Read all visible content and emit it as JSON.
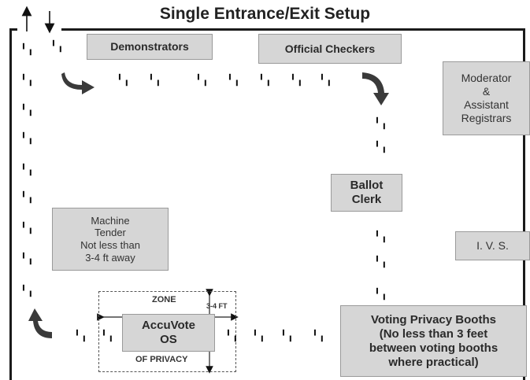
{
  "title": "Single Entrance/Exit Setup",
  "stations": {
    "demonstrators": "Demonstrators",
    "official_checkers": "Official Checkers",
    "moderator": "Moderator\n&\nAssistant\nRegistrars",
    "ballot_clerk": "Ballot\nClerk",
    "machine_tender": "Machine\nTender\nNot less than\n3-4 ft away",
    "ivs": "I. V. S.",
    "accuvote": "AccuVote\nOS",
    "voting_booths": "Voting Privacy Booths\n(No less than 3 feet\nbetween voting booths\nwhere practical)"
  },
  "zone": {
    "top_label": "ZONE",
    "bottom_label": "OF PRIVACY",
    "distance_label": "3-4 FT"
  },
  "footprint_glyph": "╹╻"
}
